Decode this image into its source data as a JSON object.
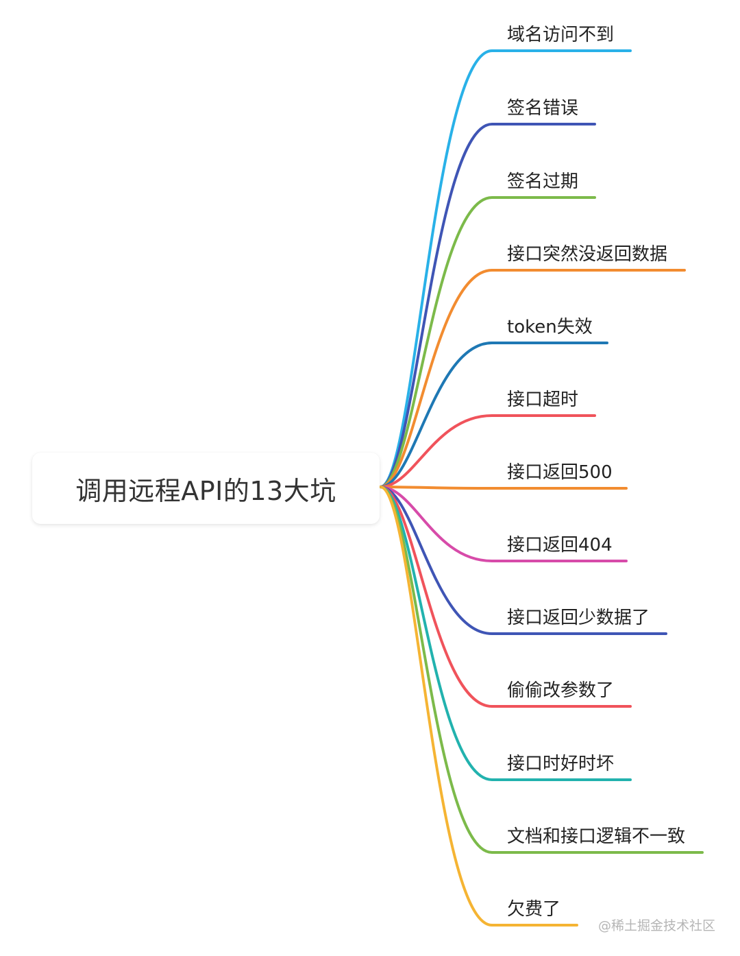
{
  "root": {
    "title": "调用远程API的13大坑"
  },
  "branches": [
    {
      "label": "域名访问不到",
      "color": "#29B1E8"
    },
    {
      "label": "签名错误",
      "color": "#3F55B5"
    },
    {
      "label": "签名过期",
      "color": "#7CBA4A"
    },
    {
      "label": "接口突然没返回数据",
      "color": "#F28C30"
    },
    {
      "label": "token失效",
      "color": "#1E78B4"
    },
    {
      "label": "接口超时",
      "color": "#F0535B"
    },
    {
      "label": "接口返回500",
      "color": "#F28C30"
    },
    {
      "label": "接口返回404",
      "color": "#D74BA9"
    },
    {
      "label": "接口返回少数据了",
      "color": "#3F55B5"
    },
    {
      "label": "偷偷改参数了",
      "color": "#F0535B"
    },
    {
      "label": "接口时好时坏",
      "color": "#22B2AE"
    },
    {
      "label": "文档和接口逻辑不一致",
      "color": "#7CBA4A"
    },
    {
      "label": "欠费了",
      "color": "#F5B433"
    }
  ],
  "watermark": "@稀土掘金技术社区"
}
